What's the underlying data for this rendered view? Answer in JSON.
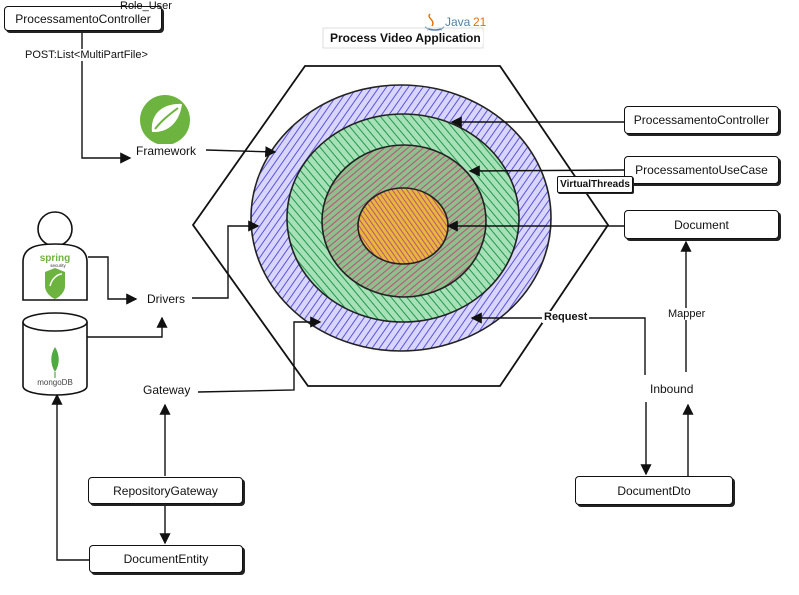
{
  "title": "Process Video Application",
  "java_badge": {
    "text": "Java",
    "version": "21"
  },
  "top_left": {
    "controller": "ProcessamentoController",
    "role": "Role_User",
    "request": "POST:List<MultiPartFile>"
  },
  "left": {
    "framework": "Framework",
    "drivers": "Drivers",
    "gateway": "Gateway",
    "spring_security": {
      "line1": "spring",
      "line2": "security"
    },
    "mongodb": "mongoDB",
    "repository_gateway": "RepositoryGateway",
    "document_entity": "DocumentEntity"
  },
  "right": {
    "controller": "ProcessamentoController",
    "usecase": "ProcessamentoUseCase",
    "virtual_threads": "VirtualThreads",
    "document": "Document",
    "request": "Request",
    "mapper": "Mapper",
    "inbound": "Inbound",
    "document_dto": "DocumentDto"
  },
  "colors": {
    "outer_ring": "#6d63e6",
    "ring2": "#2e9f5a",
    "ring3": "#b04a7a",
    "core": "#d4a11e",
    "spring_green": "#6db33f",
    "mongo_green": "#4faa41"
  }
}
